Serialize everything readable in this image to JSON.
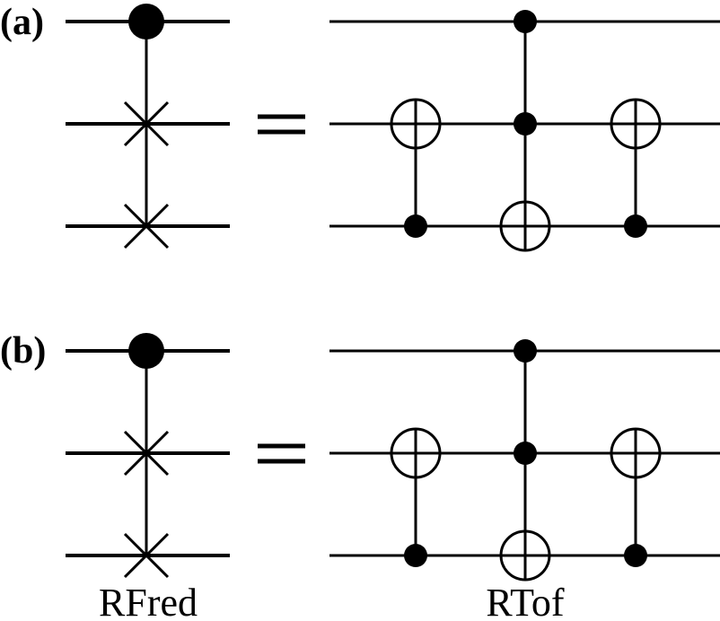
{
  "figure": {
    "panels": [
      {
        "label": "(a)",
        "lhs": {
          "name": "RFred",
          "gates": [
            {
              "type": "fredkin",
              "control_wire": 0,
              "swap_wires": [
                1,
                2
              ]
            }
          ]
        },
        "equals": "=",
        "rhs": {
          "name": "RTof",
          "gates": [
            {
              "type": "cnot",
              "controls": [
                2
              ],
              "target": 1
            },
            {
              "type": "toffoli",
              "controls": [
                0,
                1
              ],
              "target": 2
            },
            {
              "type": "cnot",
              "controls": [
                2
              ],
              "target": 1
            }
          ]
        }
      },
      {
        "label": "(b)",
        "lhs": {
          "name": "RFred",
          "gates": [
            {
              "type": "fredkin",
              "control_wire": 0,
              "swap_wires": [
                1,
                2
              ]
            }
          ]
        },
        "equals": "=",
        "rhs": {
          "name": "RTof",
          "gates": [
            {
              "type": "cnot",
              "controls": [
                2
              ],
              "target": 1
            },
            {
              "type": "toffoli",
              "controls": [
                0,
                1
              ],
              "target": 2
            },
            {
              "type": "cnot",
              "controls": [
                2
              ],
              "target": 1
            }
          ]
        }
      }
    ],
    "captions": {
      "lhs": "RFred",
      "rhs": "RTof"
    },
    "num_wires": 3
  }
}
